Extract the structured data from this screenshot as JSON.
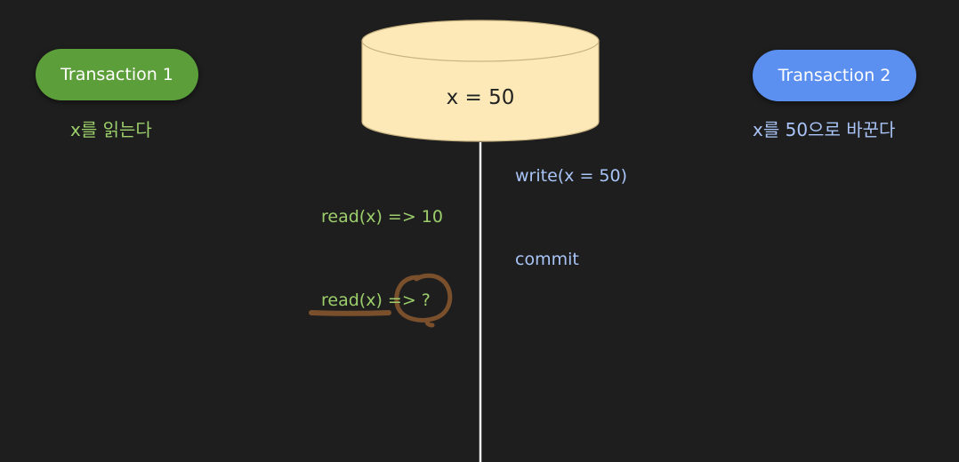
{
  "transaction1": {
    "label": "Transaction 1",
    "caption": "x를 읽는다",
    "pill_color": "#5c9e3a",
    "text_color": "#9ccf6b"
  },
  "transaction2": {
    "label": "Transaction 2",
    "caption": "x를 50으로 바꾼다",
    "pill_color": "#5b8ff0",
    "text_color": "#a9c4f7"
  },
  "database": {
    "label": "x = 50",
    "fill_color": "#fde9b8"
  },
  "operations_t1": [
    {
      "text": "read(x) => 10"
    },
    {
      "text": "read(x) => ?"
    }
  ],
  "operations_t2": [
    {
      "text": "write(x = 50)"
    },
    {
      "text": "commit"
    }
  ],
  "annotation_color": "#7a4f2c"
}
